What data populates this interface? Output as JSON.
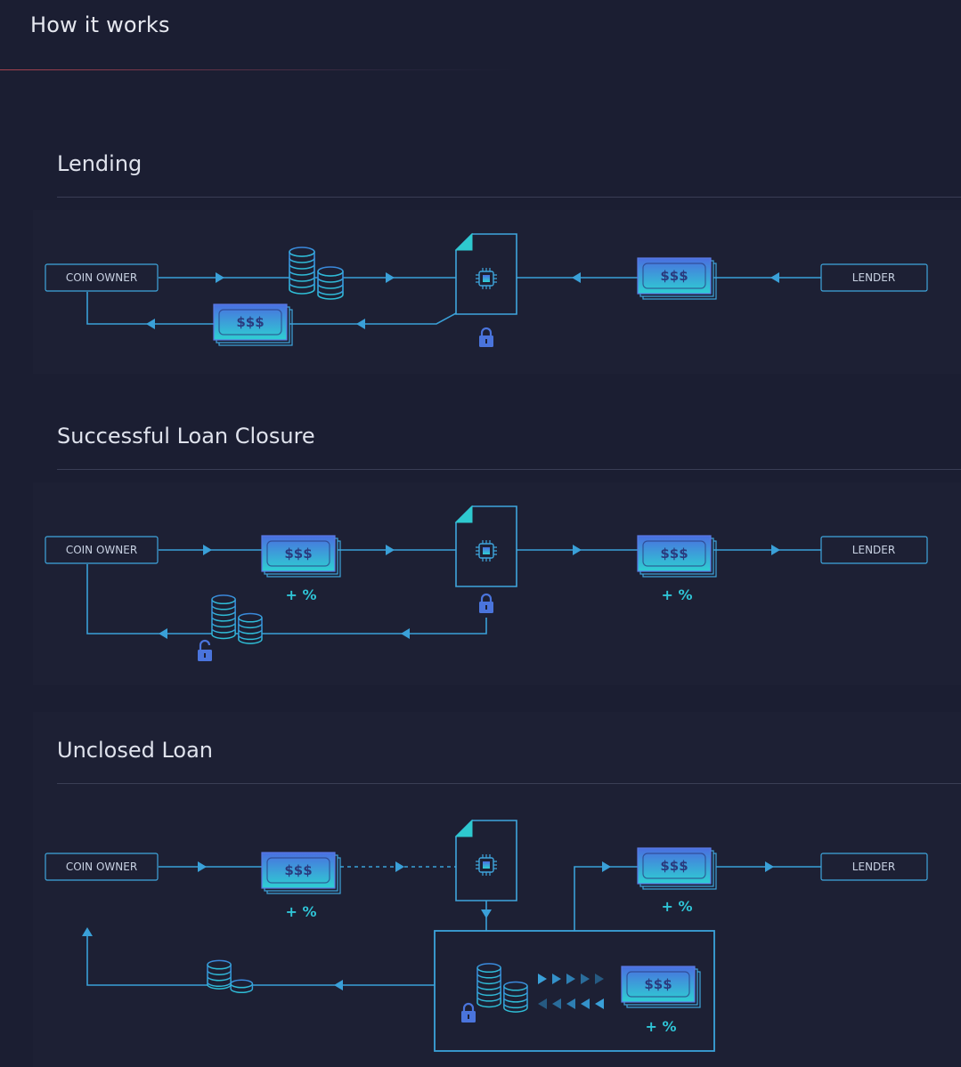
{
  "page": {
    "title": "How it works"
  },
  "nodes": {
    "coin_owner": "COIN OWNER",
    "lender": "LENDER"
  },
  "bill_label": "$$$",
  "percent_label": "+ %",
  "sections": [
    {
      "title": "Lending"
    },
    {
      "title": "Successful Loan Closure"
    },
    {
      "title": "Unclosed Loan"
    }
  ],
  "colors": {
    "background": "#1b1e32",
    "line": "#3aa0d8",
    "node_border": "#3fa6dd",
    "bill_gradient_top": "#4a6fe0",
    "bill_gradient_bottom": "#2ed0d2",
    "percent": "#2fc4d6",
    "lock": "#4a74dc",
    "contract_corner": "#2ec9cf"
  },
  "icons": [
    "coins-icon",
    "bill-icon",
    "contract-chip-icon",
    "lock-icon",
    "unlock-icon",
    "arrow-icon"
  ]
}
